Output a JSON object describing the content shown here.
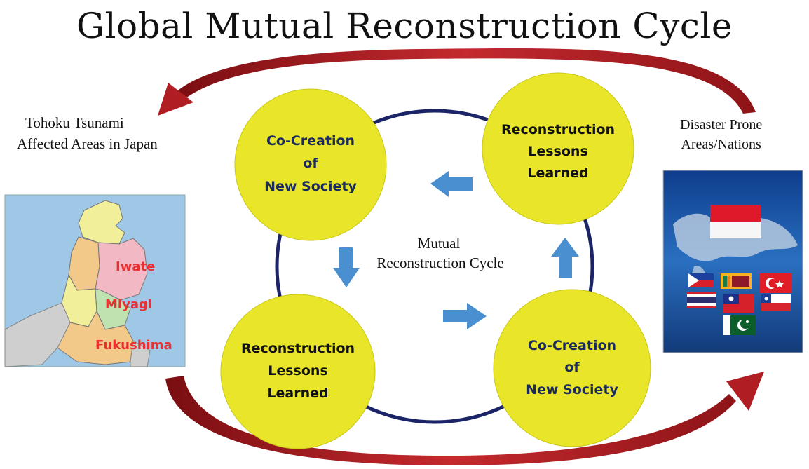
{
  "title": "Global Mutual Reconstruction Cycle",
  "left_label": {
    "line1": "Tohoku Tsunami",
    "line2": "Affected Areas  in Japan"
  },
  "right_label": {
    "line1": "Disaster Prone",
    "line2": "Areas/Nations"
  },
  "center_label": {
    "line1": "Mutual",
    "line2": "Reconstruction Cycle"
  },
  "circles": {
    "top_left": {
      "line1": "Co-Creation",
      "line2": "of",
      "line3": "New Society"
    },
    "top_right": {
      "line1": "Reconstruction",
      "line2": "Lessons",
      "line3": "Learned"
    },
    "bottom_left": {
      "line1": "Reconstruction",
      "line2": "Lessons",
      "line3": "Learned"
    },
    "bottom_right": {
      "line1": "Co-Creation",
      "line2": "of",
      "line3": "New Society"
    }
  },
  "japan_map": {
    "prefectures": [
      "Iwate",
      "Miyagi",
      "Fukushima"
    ]
  },
  "colors": {
    "circle_fill": "#e9e62a",
    "cycle_ring": "#1b2466",
    "inner_arrow": "#4a8fd0",
    "outer_arrow": "#b01e24",
    "map_sea": "#9fc7e6",
    "prefecture_label": "#e83030"
  },
  "icons": {
    "world_flags": "world-map-with-flags-icon",
    "japan_map": "tohoku-map-icon"
  }
}
